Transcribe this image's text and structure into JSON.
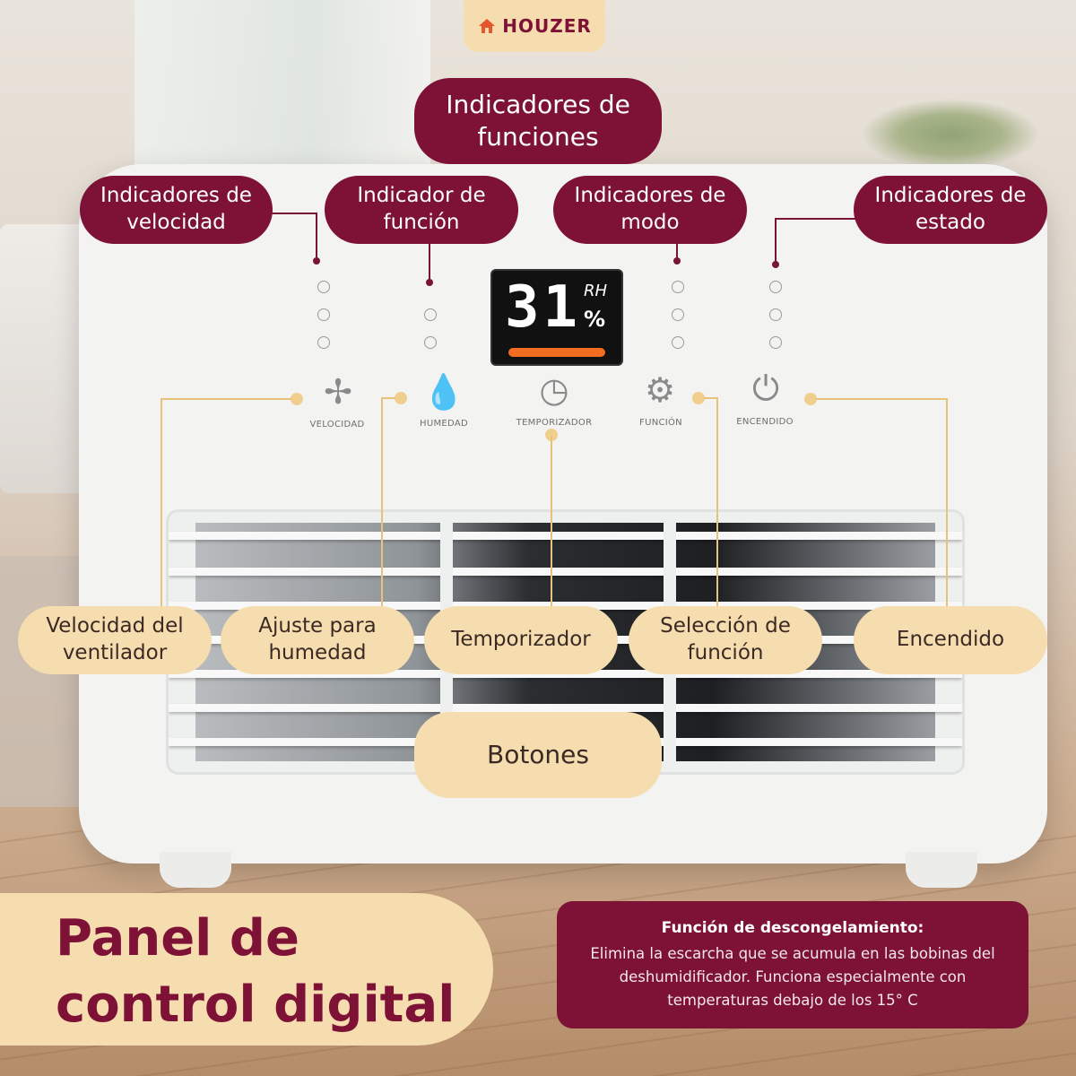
{
  "brand": {
    "name": "HOUZER",
    "icon": "house-icon"
  },
  "display": {
    "value": "31",
    "unit_top": "RH",
    "unit_bottom": "%"
  },
  "callouts_top": {
    "funciones": "Indicadores de funciones",
    "velocidad": "Indicadores de velocidad",
    "funcion": "Indicador de función",
    "modo": "Indicadores de modo",
    "estado": "Indicadores de estado"
  },
  "panel_labels": {
    "velocidad": "VELOCIDAD",
    "humedad": "HUMEDAD",
    "temporizador": "TEMPORIZADOR",
    "funcion": "FUNCIÓN",
    "encendido": "ENCENDIDO"
  },
  "callouts_bottom": {
    "ventilador": "Velocidad del ventilador",
    "humedad": "Ajuste para humedad",
    "temporizador": "Temporizador",
    "seleccion": "Selección de función",
    "encendido": "Encendido",
    "botones": "Botones"
  },
  "title": {
    "line1": "Panel de",
    "line2": "control digital"
  },
  "note": {
    "title": "Función de descongelamiento:",
    "body": "Elimina la escarcha que se acumula en las bobinas del deshumidificador. Funciona especialmente con temperaturas debajo de los 15° C"
  },
  "colors": {
    "burgundy": "#7d1236",
    "cream": "#f5ddb0",
    "gold_line": "#e8c27a",
    "display_bar": "#f26d21"
  }
}
